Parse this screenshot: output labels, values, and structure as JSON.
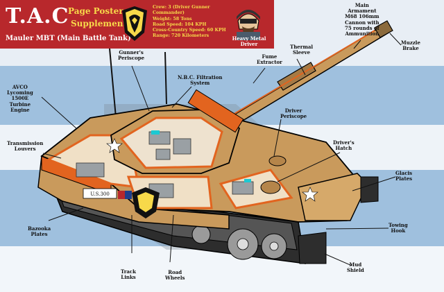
{
  "header": {
    "title": "T.A.C",
    "subtitle_line1": "Page Poster",
    "subtitle_line2": "Supplement",
    "vehicle_name": "Mauler MBT (Main Battle Tank)",
    "stats": [
      "Crew: 3 (Driver Gunner",
      "Commander)",
      "Weight: 58 Tons",
      "Road Speed: 104 KPH",
      "Cross-Country Speed: 60 KPH",
      "Range: 720 Kilometers"
    ],
    "driver_line1": "Heavy Metal",
    "driver_line2": "Driver"
  },
  "callouts": {
    "gunners_periscope": [
      "Gunner's",
      "Periscope"
    ],
    "nbc": [
      "N.B.C. Filtration",
      "System"
    ],
    "fume": [
      "Fume",
      "Extractor"
    ],
    "thermal": [
      "Thermal",
      "Sleeve"
    ],
    "armament": [
      "Main",
      "Armament",
      "M68 106mm",
      "Cannon with",
      "75 rounds of",
      "Ammunition"
    ],
    "muzzle": [
      "Muzzle",
      "Brake"
    ],
    "avco": [
      "AVCO",
      "Lycoming",
      "1500E",
      "Turbine",
      "Engine"
    ],
    "transmission": [
      "Transmission",
      "Louvers"
    ],
    "driver_periscope": [
      "Driver",
      "Periscope"
    ],
    "drivers_hatch": [
      "Driver's",
      "Hatch"
    ],
    "glacis": [
      "Glacis",
      "Plates"
    ],
    "towing": [
      "Towing",
      "Hook"
    ],
    "bazooka": [
      "Bazooka",
      "Plates"
    ],
    "mud": [
      "Mud",
      "Shield"
    ],
    "track": [
      "Track",
      "Links"
    ],
    "road": [
      "Road",
      "Wheels"
    ]
  },
  "hull_marking": "U.S.300",
  "colors": {
    "header_red": "#b8282c",
    "header_yellow": "#f7d94a",
    "tank_tan": "#c99a5c",
    "tank_orange": "#e2641f",
    "sky_blue": "#9fc0de"
  }
}
